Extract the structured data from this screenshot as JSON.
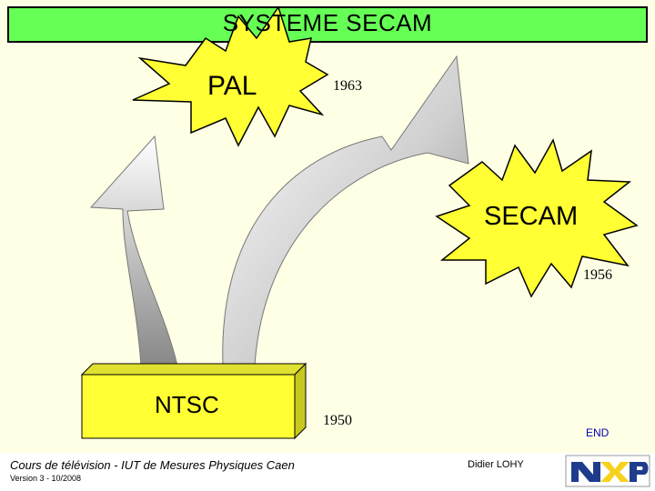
{
  "slide": {
    "title": "SYSTEME SECAM",
    "systems": {
      "pal": {
        "label": "PAL",
        "year": "1963"
      },
      "secam": {
        "label": "SECAM",
        "year": "1956"
      },
      "ntsc": {
        "label": "NTSC",
        "year": "1950"
      }
    }
  },
  "footer": {
    "course": "Cours de télévision - IUT de Mesures Physiques Caen",
    "version": "Version 3 - 10/2008",
    "author": "Didier LOHY",
    "end_link": "END",
    "logo_text": "NXP"
  },
  "colors": {
    "background": "#FFFFE6",
    "title_bar": "#66FF55",
    "burst_fill": "#FFFF33",
    "box_fill": "#FFFF33",
    "logo_blue": "#1F3C8C",
    "logo_yellow": "#F7D21C",
    "link": "#0000AA"
  }
}
